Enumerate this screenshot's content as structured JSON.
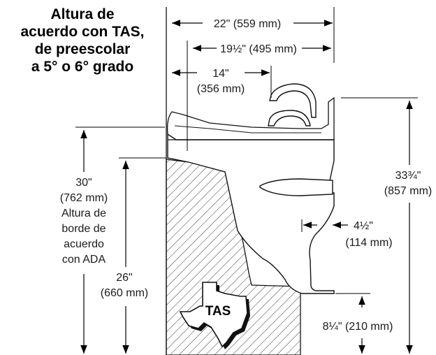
{
  "title": {
    "line1": "Altura de",
    "line2": "acuerdo con TAS,",
    "line3": "de preescolar",
    "line4": "a 5° o 6° grado"
  },
  "dimensions": {
    "width_total": "22\" (559 mm)",
    "width_bubbler": "19½\" (495 mm)",
    "reach_14_in": "14\"",
    "reach_14_mm": "(356 mm)",
    "height_30_in": "30\"",
    "height_30_mm": "(762 mm)",
    "ada_note_1": "Altura de",
    "ada_note_2": "borde de",
    "ada_note_3": "acuerdo",
    "ada_note_4": "con ADA",
    "height_26_in": "26\"",
    "height_26_mm": "(660 mm)",
    "height_total_in": "33¾\"",
    "height_total_mm": "(857 mm)",
    "depth_in": "4½\"",
    "depth_mm": "(114 mm)",
    "clearance": "8¼\" (210 mm)"
  },
  "badge": {
    "label": "TAS"
  }
}
